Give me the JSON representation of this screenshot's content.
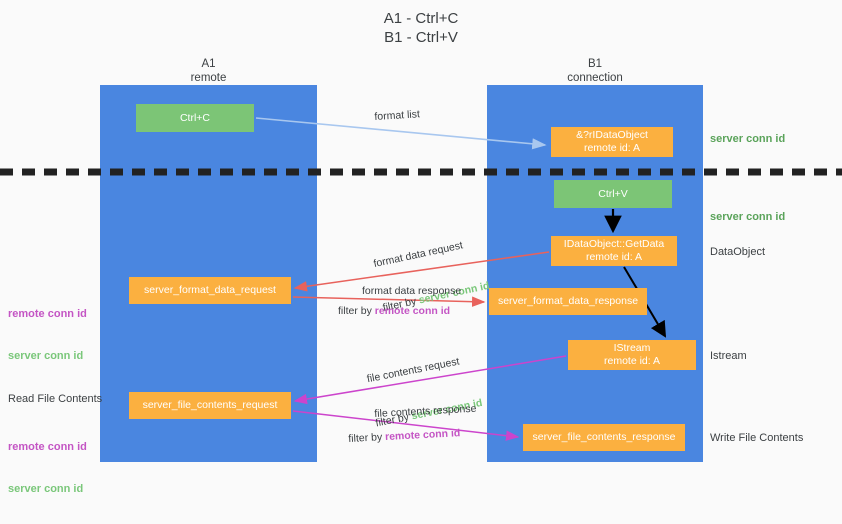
{
  "title": "A1 - Ctrl+C\nB1 - Ctrl+V",
  "columns": {
    "left": {
      "name": "A1",
      "role": "remote",
      "header": "A1\nremote"
    },
    "right": {
      "name": "B1",
      "role": "connection",
      "header": "B1\nconnection"
    }
  },
  "colors": {
    "lane_blue": "#4a86e0",
    "box_green": "#7cc576",
    "box_orange": "#fbb040",
    "background": "#fafafa",
    "server_conn_id": "#7ac77a",
    "remote_conn_id": "#c455c4",
    "arrow_format_list": "#a8c7ef",
    "arrow_format_data": "#e8625c",
    "arrow_file_contents": "#cc44cc",
    "arrow_internal": "#000000",
    "divider": "#222222",
    "text": "#3c4043"
  },
  "boxes": {
    "ctrl_c": {
      "label": "Ctrl+C",
      "color": "green"
    },
    "ctrl_v": {
      "label": "Ctrl+V",
      "color": "green"
    },
    "data_object_created": {
      "label": "&?rIDataObject\nremote id: A",
      "color": "orange"
    },
    "get_data": {
      "label": "IDataObject::GetData\nremote id: A",
      "color": "orange"
    },
    "istream": {
      "label": "IStream\nremote id: A",
      "color": "orange"
    },
    "server_format_data_request": {
      "label": "server_format_data_request",
      "color": "orange"
    },
    "server_format_data_response": {
      "label": "server_format_data_response",
      "color": "orange"
    },
    "server_file_contents_request": {
      "label": "server_file_contents_request",
      "color": "orange"
    },
    "server_file_contents_response": {
      "label": "server_file_contents_response",
      "color": "orange"
    }
  },
  "right_labels": {
    "server_conn_id_1": "server conn id",
    "server_conn_id_2": "server conn id",
    "data_object": "DataObject",
    "istream": "Istream",
    "write_file_contents": "Write File Contents"
  },
  "left_labels": {
    "remote_conn_id_1": "remote conn id",
    "server_conn_id_1": "server conn id",
    "read_file_contents": "Read File Contents",
    "remote_conn_id_2": "remote conn id",
    "server_conn_id_2": "server conn id"
  },
  "edge_labels": {
    "format_list": "format list",
    "format_data_request": "format data request",
    "format_data_request_filter_prefix": "filter by ",
    "format_data_request_filter_value": "server conn id",
    "format_data_response": "format data response",
    "format_data_response_filter_prefix": "filter by ",
    "format_data_response_filter_value": "remote conn id",
    "file_contents_request": "file contents request",
    "file_contents_request_filter_prefix": "filter by ",
    "file_contents_request_filter_value": "server conn id",
    "file_contents_response": "file contents response",
    "file_contents_response_filter_prefix": "filter by ",
    "file_contents_response_filter_value": "remote conn id"
  }
}
